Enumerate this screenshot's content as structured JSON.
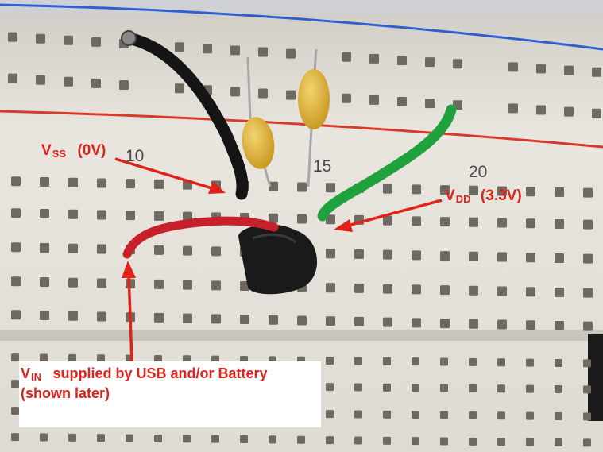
{
  "annotations": {
    "vss": {
      "symbol": "V",
      "subscript": "SS",
      "value": "(0V)"
    },
    "vdd": {
      "symbol": "V",
      "subscript": "DD",
      "value": "(3.3V)"
    },
    "vin": {
      "symbol": "V",
      "subscript": "IN",
      "line1": "supplied by USB and/or Battery",
      "line2": "(shown later)"
    }
  },
  "breadboard": {
    "column_labels": [
      "10",
      "15",
      "20"
    ]
  },
  "colors": {
    "annotation": "#e0221b",
    "board": "#e6e3dc",
    "rail_red": "#d83a2c",
    "rail_blue": "#2f5fd0",
    "wire_black": "#151515",
    "wire_red": "#c8202a",
    "wire_green": "#1fa23e",
    "capacitor": "#e0b640",
    "regulator": "#1a1a1a"
  }
}
